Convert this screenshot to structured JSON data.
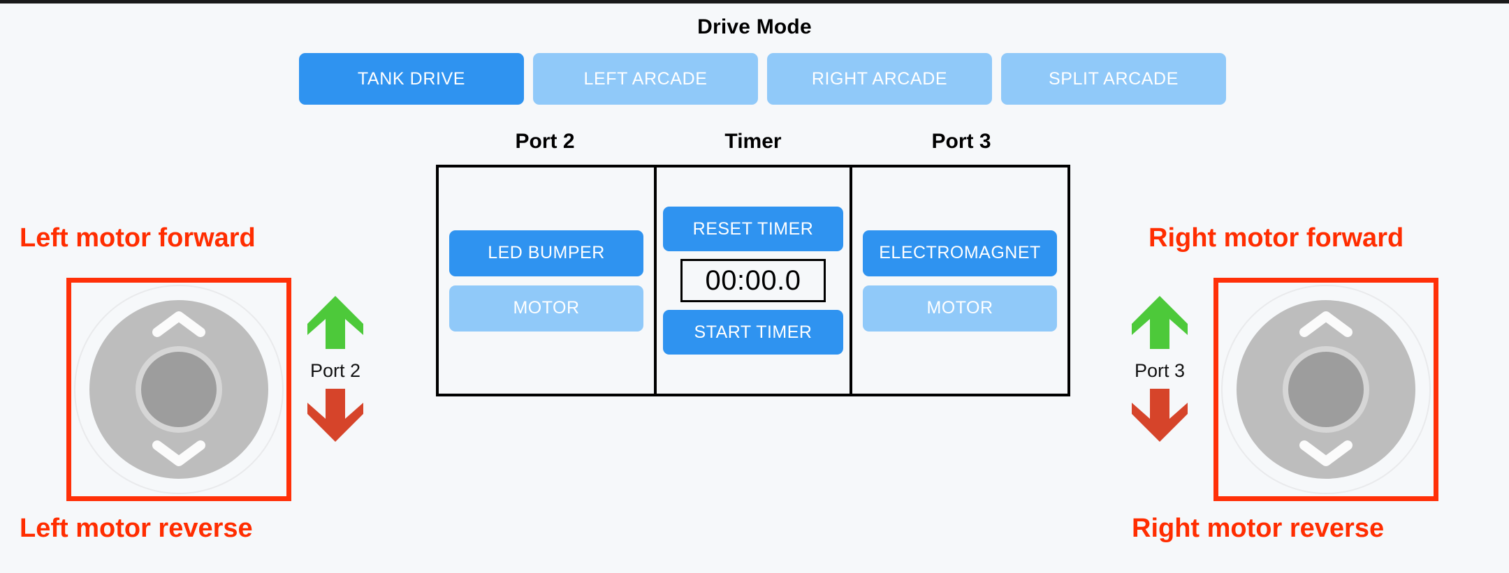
{
  "app": {
    "background_color": "#f6f8fa",
    "accent_blue": "#2f93f0",
    "muted_blue": "#90c9f9",
    "annotation_red": "#ff2d00",
    "box_red": "#ff3008",
    "arrow_green": "#4dc93a",
    "arrow_red": "#d6442a"
  },
  "drive_mode": {
    "title": "Drive Mode",
    "buttons": [
      {
        "label": "TANK DRIVE",
        "active": true
      },
      {
        "label": "LEFT ARCADE",
        "active": false
      },
      {
        "label": "RIGHT ARCADE",
        "active": false
      },
      {
        "label": "SPLIT ARCADE",
        "active": false
      }
    ]
  },
  "panel": {
    "headers": {
      "left": "Port 2",
      "middle": "Timer",
      "right": "Port 3"
    },
    "port2": {
      "primary_button": "LED BUMPER",
      "muted_button": "MOTOR"
    },
    "timer": {
      "reset_button": "RESET TIMER",
      "display": "00:00.0",
      "start_button": "START TIMER"
    },
    "port3": {
      "primary_button": "ELECTROMAGNET",
      "muted_button": "MOTOR"
    }
  },
  "annotations": {
    "left_forward": "Left motor forward",
    "left_reverse": "Left motor reverse",
    "right_forward": "Right motor forward",
    "right_reverse": "Right motor reverse"
  },
  "ports": {
    "left": {
      "label": "Port 2",
      "up_icon": "arrow-up-icon",
      "down_icon": "arrow-down-icon"
    },
    "right": {
      "label": "Port 3",
      "up_icon": "arrow-up-icon",
      "down_icon": "arrow-down-icon"
    }
  },
  "joysticks": {
    "left": {
      "name": "left-joystick",
      "up_icon": "chevron-up-icon",
      "down_icon": "chevron-down-icon"
    },
    "right": {
      "name": "right-joystick",
      "up_icon": "chevron-up-icon",
      "down_icon": "chevron-down-icon"
    }
  }
}
